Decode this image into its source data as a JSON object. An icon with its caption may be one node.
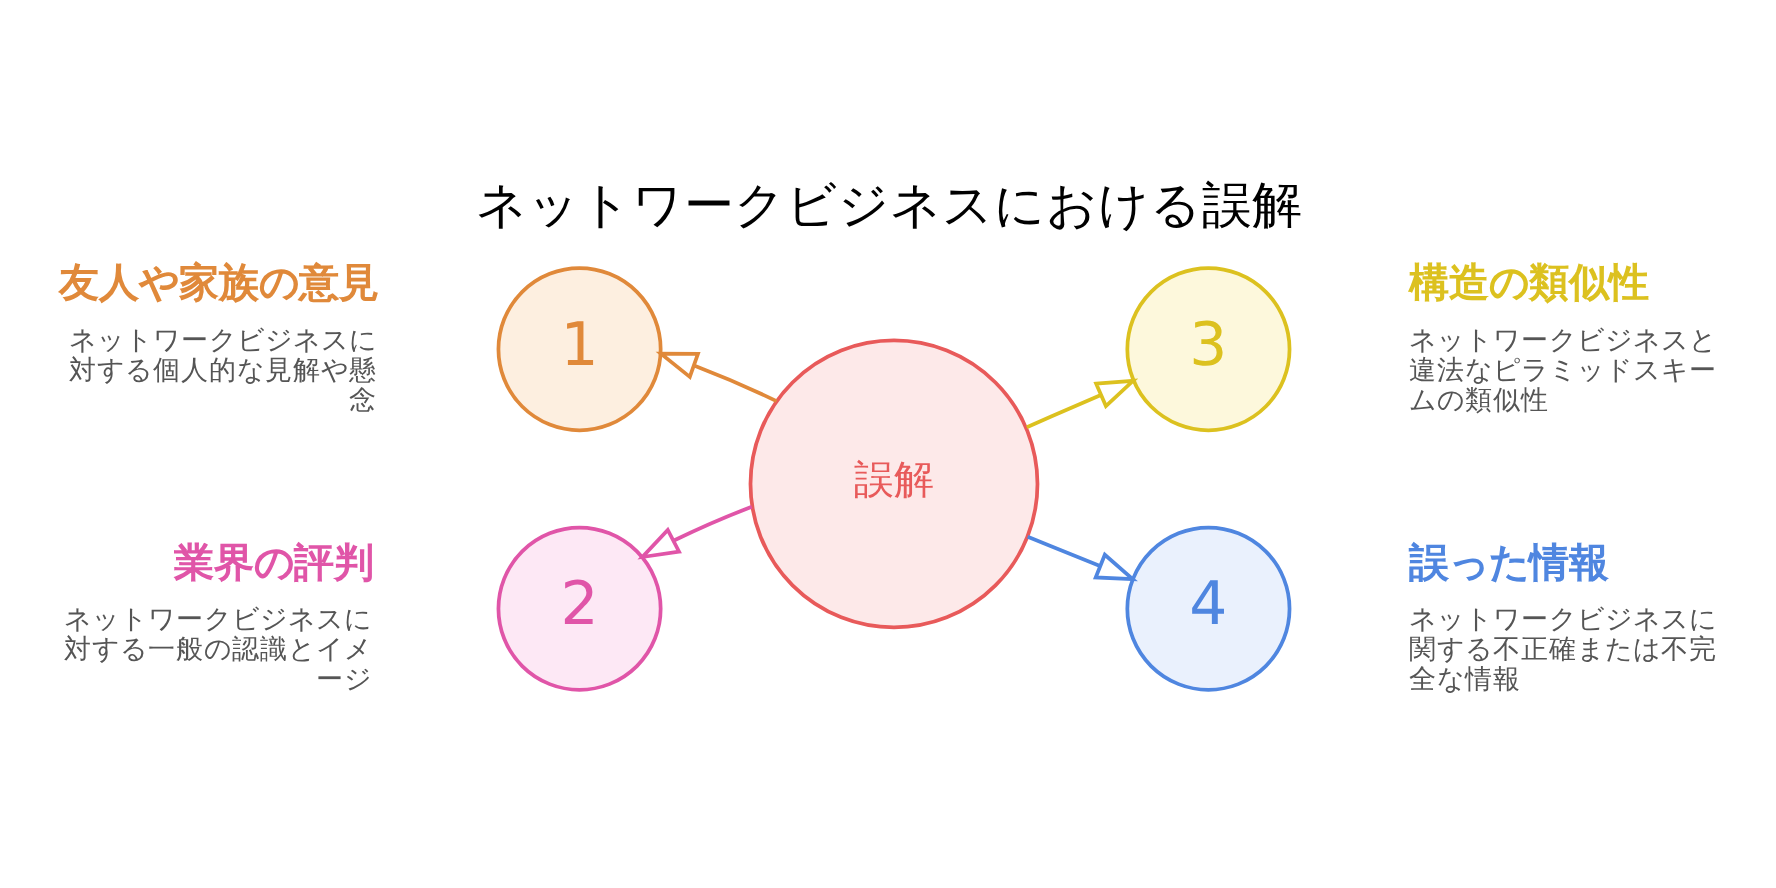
{
  "diagram": {
    "title": "ネットワークビジネスにおける誤解",
    "nodes": [
      {
        "text": [
          "2"
        ],
        "beside": [
          "業界の評判",
          "ネットワークビジネスに対する一般の認識とイメージ"
        ]
      },
      {
        "text": [
          "3"
        ],
        "beside": [
          "構造の類似性",
          "ネットワークビジネスと違法なピラミッドスキームの類似性"
        ]
      },
      {
        "text": [
          "誤解"
        ]
      },
      {
        "text": [
          "1"
        ],
        "beside": [
          "友人や家族の意見",
          "ネットワークビジネスに対する個人的な見解や懸念"
        ]
      },
      {
        "text": [
          "4"
        ],
        "beside": [
          "誤った情報",
          "ネットワークビジネスに関する不正確または不完全な情報"
        ]
      }
    ],
    "edges": [
      {
        "from": 2,
        "to": 0,
        "arrow": "to",
        "color": "#e055a8"
      },
      {
        "from": 2,
        "to": 1,
        "arrow": "to",
        "color": "#dcc11f"
      },
      {
        "from": 2,
        "to": 3,
        "arrow": "to",
        "color": "#e0893a"
      },
      {
        "from": 2,
        "to": 4,
        "arrow": "to",
        "color": "#4f86e0"
      }
    ]
  }
}
